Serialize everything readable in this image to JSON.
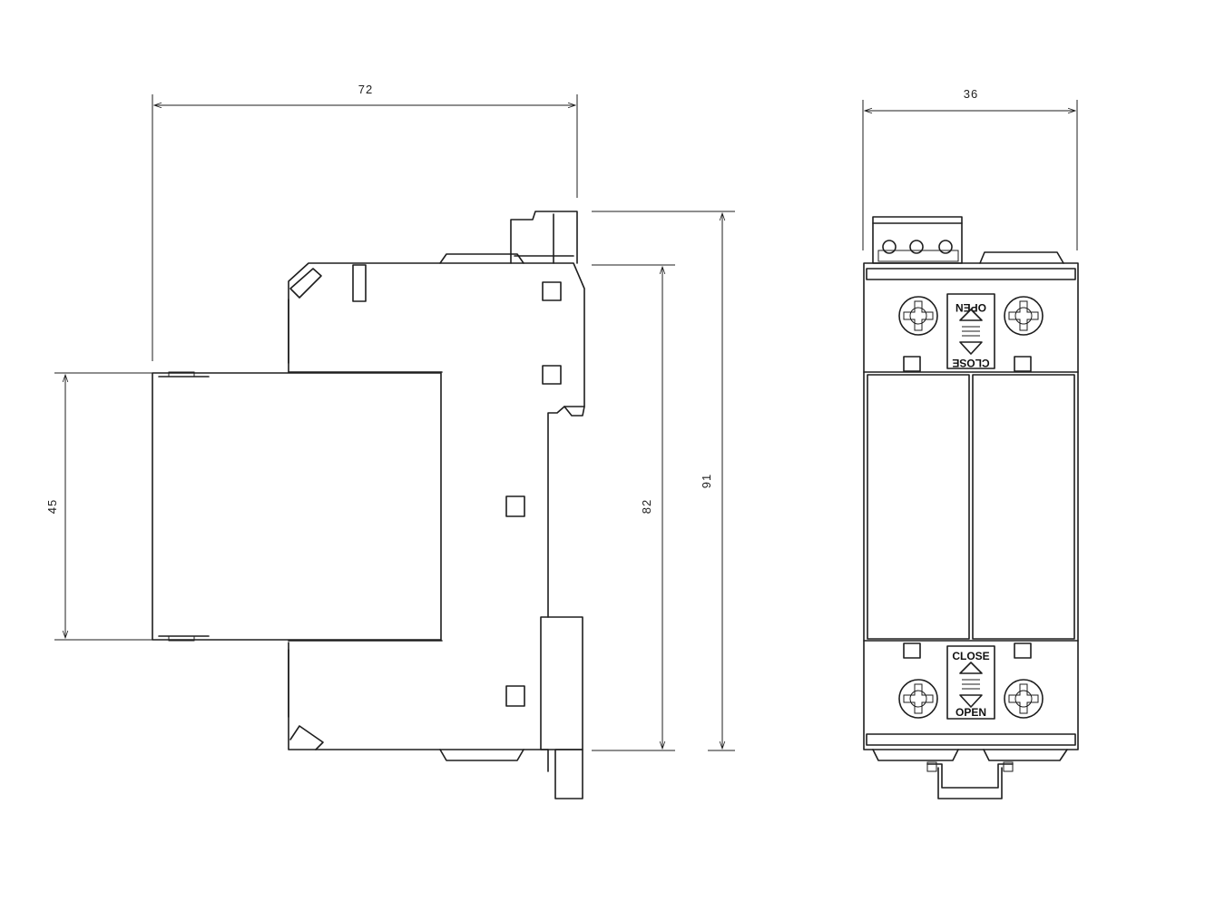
{
  "dimensions": {
    "width_side": "72",
    "height_front_cover": "45",
    "height_body": "82",
    "height_total": "91",
    "width_front": "36"
  },
  "front_labels": {
    "top_open": "OPEN",
    "top_close": "CLOSE",
    "bottom_close": "CLOSE",
    "bottom_open": "OPEN"
  }
}
